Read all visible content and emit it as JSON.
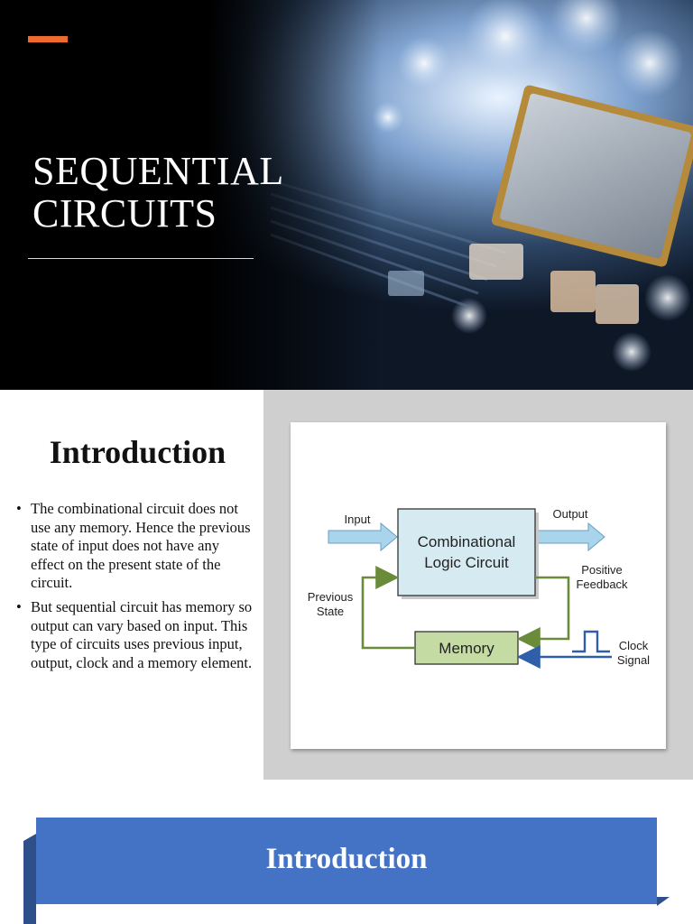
{
  "slide1": {
    "title_line1": "SEQUENTIAL",
    "title_line2": "CIRCUITS",
    "accent_color": "#ee6a2e",
    "background_image": "circuit-board-chip-photo"
  },
  "slide2": {
    "heading": "Introduction",
    "bullets": [
      "The combinational circuit does not use any memory. Hence the previous state of input does not have any effect on the present state of the circuit.",
      "But sequential circuit has memory so output can vary based on input. This type of circuits uses previous input, output, clock and a memory element."
    ],
    "diagram": {
      "input_label": "Input",
      "output_label": "Output",
      "logic_line1": "Combinational",
      "logic_line2": "Logic Circuit",
      "feedback_line1": "Positive",
      "feedback_line2": "Feedback",
      "previous_line1": "Previous",
      "previous_line2": "State",
      "memory_label": "Memory",
      "clock_line1": "Clock",
      "clock_line2": "Signal",
      "colors": {
        "logic_fill": "#d6eaf2",
        "memory_fill": "#c5dba4",
        "arrow_fill": "#a9d5ec",
        "feedback_line": "#6a8c3a",
        "clock_line": "#2e5fa8"
      }
    }
  },
  "slide3": {
    "banner_title": "Introduction",
    "banner_color": "#4472c4"
  }
}
